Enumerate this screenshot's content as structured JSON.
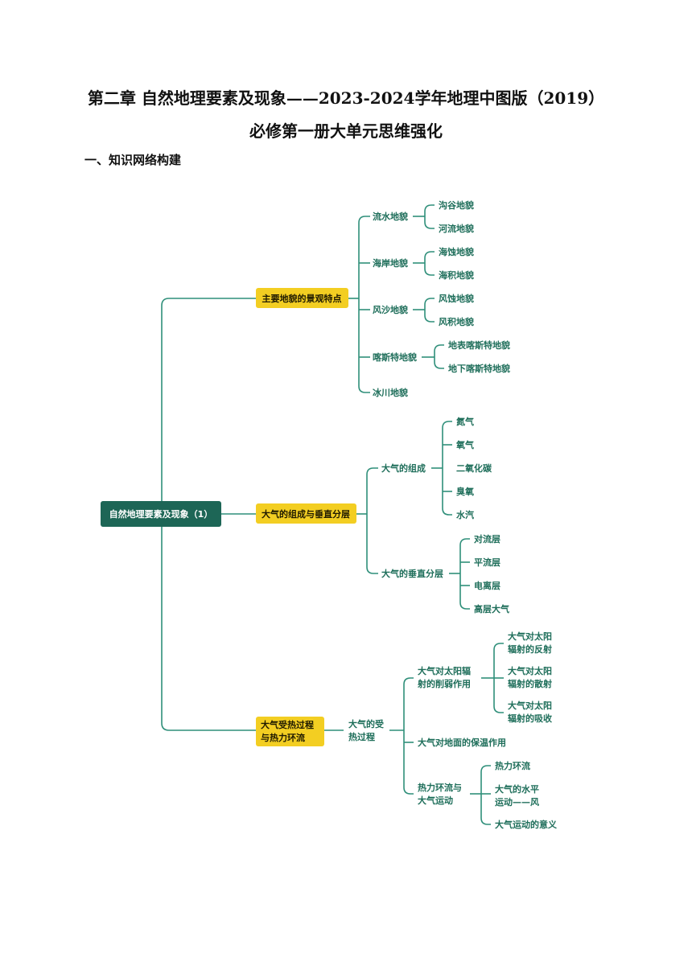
{
  "doc": {
    "title_line1": "第二章 自然地理要素及现象——2023-2024学年地理中图版（2019）",
    "title_line2": "必修第一册大单元思维强化",
    "section1": "一、知识网络构建"
  },
  "mindmap": {
    "root": "自然地理要素及现象（1）",
    "b1": {
      "label": "主要地貌的景观特点",
      "items": [
        {
          "label": "流水地貌",
          "children": [
            "沟谷地貌",
            "河流地貌"
          ]
        },
        {
          "label": "海岸地貌",
          "children": [
            "海蚀地貌",
            "海积地貌"
          ]
        },
        {
          "label": "风沙地貌",
          "children": [
            "风蚀地貌",
            "风积地貌"
          ]
        },
        {
          "label": "喀斯特地貌",
          "children": [
            "地表喀斯特地貌",
            "地下喀斯特地貌"
          ]
        },
        {
          "label": "冰川地貌"
        }
      ]
    },
    "b2": {
      "label": "大气的组成与垂直分层",
      "items": [
        {
          "label": "大气的组成",
          "children": [
            "氮气",
            "氧气",
            "二氧化碳",
            "臭氧",
            "水汽"
          ]
        },
        {
          "label": "大气的垂直分层",
          "children": [
            "对流层",
            "平流层",
            "电离层",
            "高层大气"
          ]
        }
      ]
    },
    "b3": {
      "label_l1": "大气受热过程",
      "label_l2": "与热力环流",
      "sub_l1": "大气的受",
      "sub_l2": "热过程",
      "items": [
        {
          "l1": "大气对太阳辐",
          "l2": "射的削弱作用",
          "children": [
            {
              "l1": "大气对太阳",
              "l2": "辐射的反射"
            },
            {
              "l1": "大气对太阳",
              "l2": "辐射的散射"
            },
            {
              "l1": "大气对太阳",
              "l2": "辐射的吸收"
            }
          ]
        },
        {
          "l1": "大气对地面的保温作用"
        },
        {
          "l1": "热力环流与",
          "l2": "大气运动",
          "children": [
            {
              "l1": "热力环流"
            },
            {
              "l1": "大气的水平",
              "l2": "运动——风"
            },
            {
              "l1": "大气运动的意义"
            }
          ]
        }
      ]
    }
  }
}
